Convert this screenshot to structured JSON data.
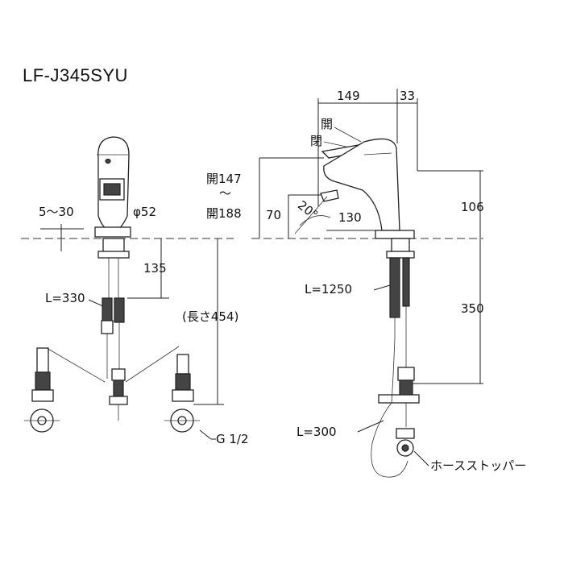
{
  "title": "LF-J345SYU",
  "front_view": {
    "counter_range": "5〜30",
    "diameter": "φ52",
    "depth_135": "135",
    "hose_length": "L=330",
    "total_length": "(長さ454)",
    "thread": "G 1/2"
  },
  "side_view": {
    "dim_149": "149",
    "dim_33": "33",
    "open_1": "開",
    "close_1": "閉",
    "height_open147": "開147",
    "tilde": "〜",
    "height_open188": "開188",
    "dim_70": "70",
    "angle": "20°",
    "dim_130": "130",
    "dim_106": "106",
    "dim_350": "350",
    "hose_1250": "L=1250",
    "hose_300": "L=300",
    "hose_stopper": "ホースストッパー"
  }
}
